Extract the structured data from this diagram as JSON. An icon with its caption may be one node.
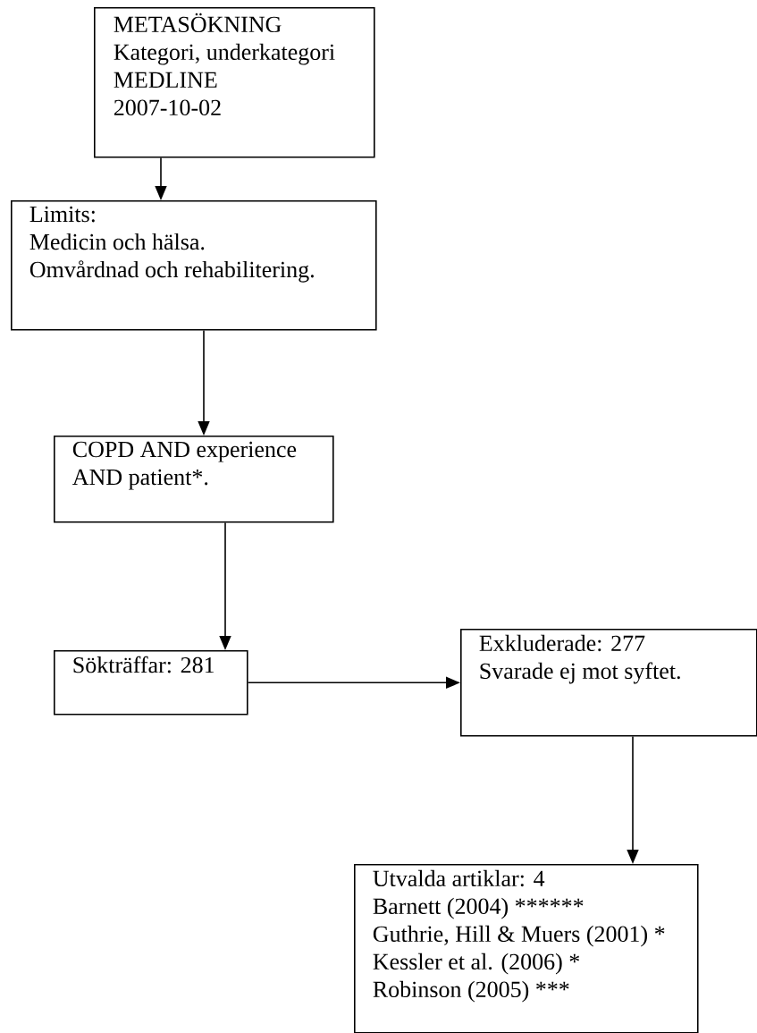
{
  "diagram": {
    "nodes": [
      {
        "text": [
          "METASÖKNING",
          "Kategori, underkategori",
          "MEDLINE",
          "2007-10-02"
        ]
      },
      {
        "text": [
          "Limits:",
          "Medicin och hälsa.",
          "Omvårdnad och rehabilitering."
        ]
      },
      {
        "text": [
          "COPD AND experience AND patient*."
        ]
      },
      {
        "text": [
          "Sökträffar: 281"
        ]
      },
      {
        "text": [
          "Exkluderade: 277",
          "Svarade ej mot syftet."
        ]
      },
      {
        "text": [
          "Utvalda artiklar: 4",
          "Barnett (2004) ******",
          "Guthrie, Hill & Muers (2001) *",
          "Kessler et al. (2006) *",
          "Robinson (2005) ***"
        ]
      }
    ],
    "edges": [
      {
        "from": 0,
        "to": 1,
        "arrow": "to"
      },
      {
        "from": 1,
        "to": 2,
        "arrow": "to"
      },
      {
        "from": 2,
        "to": 3,
        "arrow": "to"
      },
      {
        "from": 3,
        "to": 4,
        "arrow": "to"
      },
      {
        "from": 4,
        "to": 5,
        "arrow": "to"
      }
    ]
  }
}
